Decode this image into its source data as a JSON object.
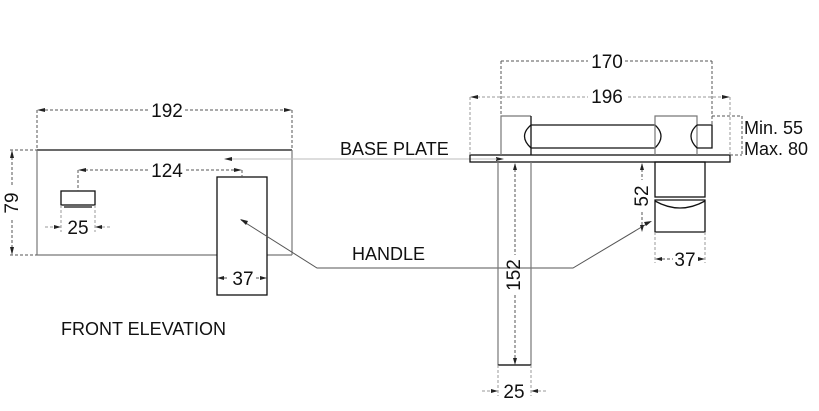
{
  "drawing": {
    "views": {
      "front": {
        "title": "FRONT ELEVATION",
        "dimensions": {
          "overall_width": "192",
          "overall_height": "79",
          "spout_to_handle": "124",
          "spout_width": "25",
          "handle_width": "37"
        }
      },
      "side": {
        "dimensions": {
          "centres": "170",
          "base_width": "196",
          "depth_min": "Min. 55",
          "depth_max": "Max. 80",
          "handle_height": "52",
          "handle_width": "37",
          "spout_length": "152",
          "spout_width": "25"
        }
      }
    },
    "callouts": {
      "base_plate": "BASE PLATE",
      "handle": "HANDLE"
    },
    "colors": {
      "line": "#111111",
      "dimension_line": "#555555",
      "background": "#ffffff"
    }
  }
}
